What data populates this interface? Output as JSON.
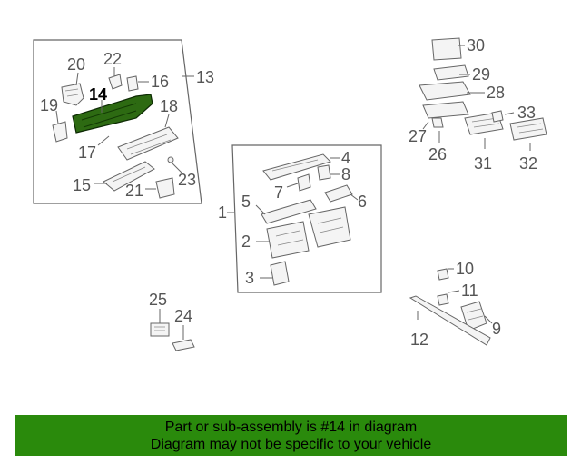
{
  "diagram": {
    "highlight_color": "#2d6a12",
    "callouts": {
      "c1": "1",
      "c2": "2",
      "c3": "3",
      "c4": "4",
      "c5": "5",
      "c6": "6",
      "c7": "7",
      "c8": "8",
      "c9": "9",
      "c10": "10",
      "c11": "11",
      "c12": "12",
      "c13": "13",
      "c14": "14",
      "c15": "15",
      "c16": "16",
      "c17": "17",
      "c18": "18",
      "c19": "19",
      "c20": "20",
      "c21": "21",
      "c22": "22",
      "c23": "23",
      "c24": "24",
      "c25": "25",
      "c26": "26",
      "c27": "27",
      "c28": "28",
      "c29": "29",
      "c30": "30",
      "c31": "31",
      "c32": "32",
      "c33": "33"
    },
    "highlighted_callout": "14"
  },
  "banner": {
    "color": "#2a8a0c",
    "line1": "Part or sub-assembly is #14 in diagram",
    "line2": "Diagram may not be specific to your vehicle"
  }
}
